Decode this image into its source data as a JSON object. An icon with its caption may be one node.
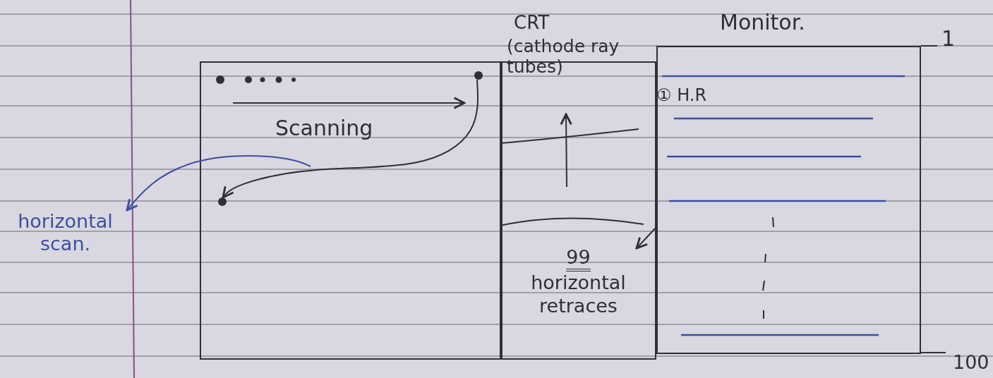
{
  "diagram": {
    "nodes": [
      {
        "text": [],
        "shape": "box"
      },
      {
        "text": [],
        "shape": "circle",
        "in": 0
      },
      {
        "text": [],
        "shape": "circle",
        "in": 0
      },
      {
        "text": [
          "horizontal scan."
        ]
      },
      {
        "text": [],
        "shape": "box"
      },
      {
        "text": [],
        "shape": "box",
        "beside": [
          "Monitor."
        ]
      },
      {
        "text": [
          "99",
          "horizontal retraces"
        ],
        "in": 4
      }
    ],
    "edges": [
      {
        "from": 1,
        "to": 2,
        "arrow": "to",
        "label": "Scanning"
      },
      {
        "from": null,
        "to": 3,
        "arrow": "to",
        "color": "#3a4fa0"
      },
      {
        "from": 5,
        "to": 6,
        "arrow": "to"
      }
    ],
    "labels": [
      "CRT",
      "(cathode ray tubes)",
      "① H.R",
      "1",
      "100"
    ]
  }
}
